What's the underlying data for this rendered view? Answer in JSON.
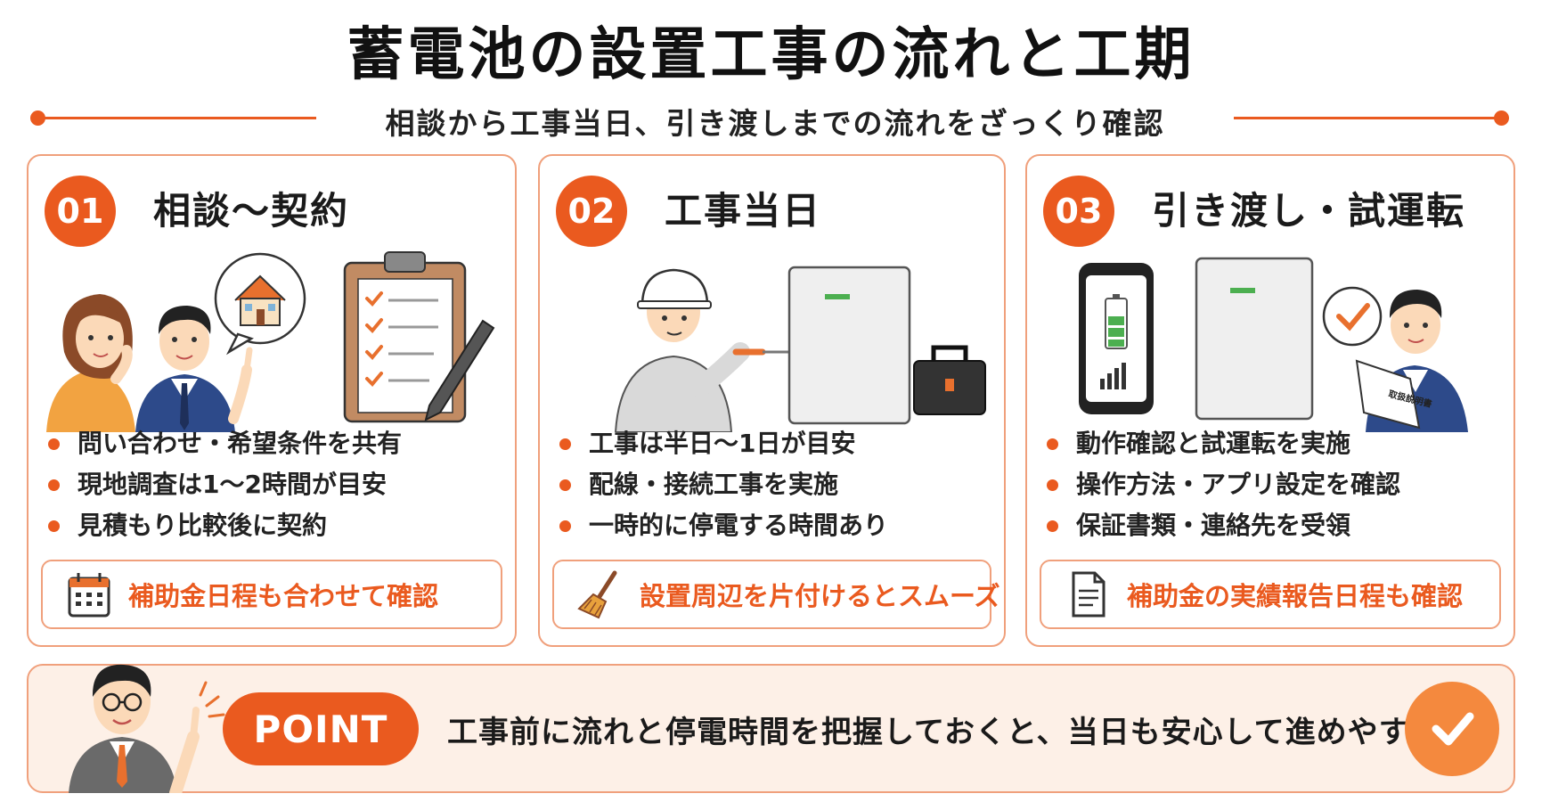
{
  "title": "蓄電池の設置工事の流れと工期",
  "subtitle": "相談から工事当日、引き渡しまでの流れをざっくり確認",
  "accent_color": "#ea5a1f",
  "steps": [
    {
      "number": "01",
      "title": "相談〜契約",
      "bullets": [
        "問い合わせ・希望条件を共有",
        "現地調査は1〜2時間が目安",
        "見積もり比較後に契約"
      ],
      "tip": {
        "icon": "calendar-icon",
        "text": "補助金日程も合わせて確認"
      }
    },
    {
      "number": "02",
      "title": "工事当日",
      "bullets": [
        "工事は半日〜1日が目安",
        "配線・接続工事を実施",
        "一時的に停電する時間あり"
      ],
      "tip": {
        "icon": "broom-icon",
        "text": "設置周辺を片付けるとスムーズ"
      }
    },
    {
      "number": "03",
      "title": "引き渡し・試運転",
      "bullets": [
        "動作確認と試運転を実施",
        "操作方法・アプリ設定を確認",
        "保証書類・連絡先を受領"
      ],
      "tip": {
        "icon": "document-icon",
        "text": "補助金の実績報告日程も確認"
      }
    }
  ],
  "manual_label": "取扱説明書",
  "point": {
    "label": "POINT",
    "text": "工事前に流れと停電時間を把握しておくと、当日も安心して進めやすい"
  }
}
